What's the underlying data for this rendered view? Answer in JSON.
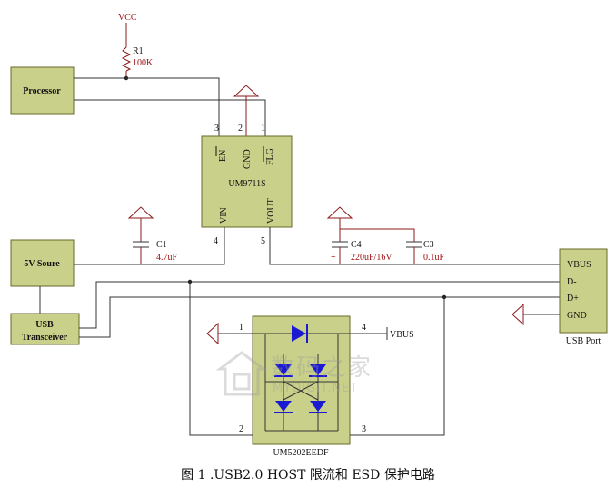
{
  "vcc": "VCC",
  "r1": {
    "ref": "R1",
    "value": "100K"
  },
  "blocks": {
    "processor": "Processor",
    "source": "5V Soure",
    "transceiver_l1": "USB",
    "transceiver_l2": "Transceiver"
  },
  "ic1": {
    "name": "UM9711S",
    "pin_en": "EN",
    "pin_gnd": "GND",
    "pin_flg": "FLG",
    "pin_vin": "VIN",
    "pin_vout": "VOUT",
    "pin_numbers": [
      "3",
      "2",
      "1",
      "4",
      "5"
    ]
  },
  "capacitors": {
    "c1_ref": "C1",
    "c1_val": "4.7uF",
    "c4_ref": "C4",
    "c4_val": "220uF/16V",
    "c3_ref": "C3",
    "c3_val": "0.1uF",
    "c4_plus": "+"
  },
  "usb_port": {
    "pins": [
      "VBUS",
      "D-",
      "D+",
      "GND"
    ],
    "label": "USB Port"
  },
  "esd": {
    "name": "UM5202EEDF",
    "pin_numbers": [
      "1",
      "4",
      "2",
      "3"
    ],
    "vbus_label": "VBUS"
  },
  "watermark": {
    "cn": "数码之家",
    "en": "MYDIGIT.NET"
  },
  "caption": "图 1 .USB2.0 HOST  限流和 ESD 保护电路",
  "colors": {
    "block_fill": "#c8d08a",
    "diode": "#1a1ad0",
    "red_label": "#a01010"
  }
}
